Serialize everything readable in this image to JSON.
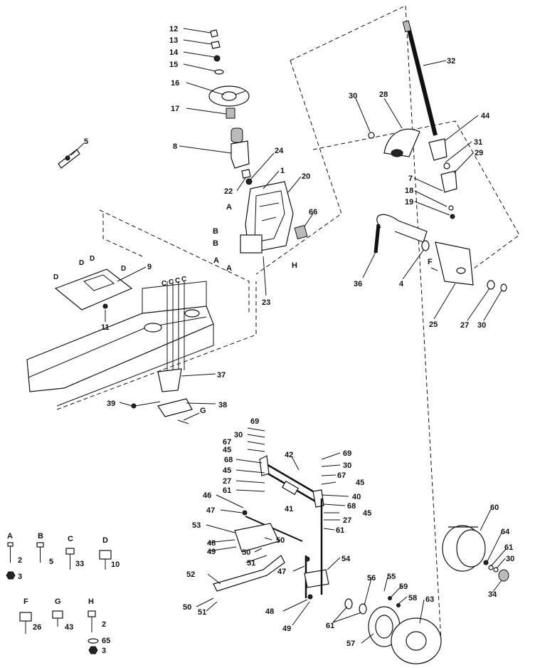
{
  "callouts": [
    {
      "id": "c12",
      "text": "12"
    },
    {
      "id": "c13",
      "text": "13"
    },
    {
      "id": "c14",
      "text": "14"
    },
    {
      "id": "c15",
      "text": "15"
    },
    {
      "id": "c16",
      "text": "16"
    },
    {
      "id": "c17",
      "text": "17"
    },
    {
      "id": "c8",
      "text": "8"
    },
    {
      "id": "c24",
      "text": "24"
    },
    {
      "id": "c22",
      "text": "22"
    },
    {
      "id": "c1",
      "text": "1"
    },
    {
      "id": "c20",
      "text": "20"
    },
    {
      "id": "c66",
      "text": "66"
    },
    {
      "id": "c5",
      "text": "5"
    },
    {
      "id": "c9",
      "text": "9"
    },
    {
      "id": "c11",
      "text": "11"
    },
    {
      "id": "c23",
      "text": "23"
    },
    {
      "id": "c32",
      "text": "32"
    },
    {
      "id": "c30a",
      "text": "30"
    },
    {
      "id": "c28",
      "text": "28"
    },
    {
      "id": "c44",
      "text": "44"
    },
    {
      "id": "c31",
      "text": "31"
    },
    {
      "id": "c29",
      "text": "29"
    },
    {
      "id": "c7",
      "text": "7"
    },
    {
      "id": "c18",
      "text": "18"
    },
    {
      "id": "c19",
      "text": "19"
    },
    {
      "id": "c36",
      "text": "36"
    },
    {
      "id": "c4",
      "text": "4"
    },
    {
      "id": "c25",
      "text": "25"
    },
    {
      "id": "c27a",
      "text": "27"
    },
    {
      "id": "c30b",
      "text": "30"
    },
    {
      "id": "c37",
      "text": "37"
    },
    {
      "id": "c39",
      "text": "39"
    },
    {
      "id": "c38",
      "text": "38"
    },
    {
      "id": "c69a",
      "text": "69"
    },
    {
      "id": "c30c",
      "text": "30"
    },
    {
      "id": "c67a",
      "text": "67"
    },
    {
      "id": "c45a",
      "text": "45"
    },
    {
      "id": "c68a",
      "text": "68"
    },
    {
      "id": "c45b",
      "text": "45"
    },
    {
      "id": "c27b",
      "text": "27"
    },
    {
      "id": "c61a",
      "text": "61"
    },
    {
      "id": "c42",
      "text": "42"
    },
    {
      "id": "c69b",
      "text": "69"
    },
    {
      "id": "c30d",
      "text": "30"
    },
    {
      "id": "c67b",
      "text": "67"
    },
    {
      "id": "c45c",
      "text": "45"
    },
    {
      "id": "c40",
      "text": "40"
    },
    {
      "id": "c68b",
      "text": "68"
    },
    {
      "id": "c41",
      "text": "41"
    },
    {
      "id": "c45d",
      "text": "45"
    },
    {
      "id": "c27c",
      "text": "27"
    },
    {
      "id": "c61b",
      "text": "61"
    },
    {
      "id": "c46",
      "text": "46"
    },
    {
      "id": "c47a",
      "text": "47"
    },
    {
      "id": "c53",
      "text": "53"
    },
    {
      "id": "c48a",
      "text": "48"
    },
    {
      "id": "c49a",
      "text": "49"
    },
    {
      "id": "c50a",
      "text": "50"
    },
    {
      "id": "c50b",
      "text": "50"
    },
    {
      "id": "c51a",
      "text": "51"
    },
    {
      "id": "c52",
      "text": "52"
    },
    {
      "id": "c50c",
      "text": "50"
    },
    {
      "id": "c51b",
      "text": "51"
    },
    {
      "id": "c47b",
      "text": "47"
    },
    {
      "id": "c54",
      "text": "54"
    },
    {
      "id": "c48b",
      "text": "48"
    },
    {
      "id": "c49b",
      "text": "49"
    },
    {
      "id": "c61c",
      "text": "61"
    },
    {
      "id": "c56",
      "text": "56"
    },
    {
      "id": "c55",
      "text": "55"
    },
    {
      "id": "c59",
      "text": "59"
    },
    {
      "id": "c58",
      "text": "58"
    },
    {
      "id": "c63",
      "text": "63"
    },
    {
      "id": "c57",
      "text": "57"
    },
    {
      "id": "c60",
      "text": "60"
    },
    {
      "id": "c64",
      "text": "64"
    },
    {
      "id": "c61d",
      "text": "61"
    },
    {
      "id": "c30e",
      "text": "30"
    },
    {
      "id": "c34",
      "text": "34"
    }
  ],
  "letters": [
    {
      "id": "lA1",
      "text": "A"
    },
    {
      "id": "lB1",
      "text": "B"
    },
    {
      "id": "lB2",
      "text": "B"
    },
    {
      "id": "lA2",
      "text": "A"
    },
    {
      "id": "lA3",
      "text": "A"
    },
    {
      "id": "lH1",
      "text": "H"
    },
    {
      "id": "lD1",
      "text": "D"
    },
    {
      "id": "lD2",
      "text": "D"
    },
    {
      "id": "lD3",
      "text": "D"
    },
    {
      "id": "lD4",
      "text": "D"
    },
    {
      "id": "lC1",
      "text": "C"
    },
    {
      "id": "lC2",
      "text": "C"
    },
    {
      "id": "lC3",
      "text": "C"
    },
    {
      "id": "lC4",
      "text": "C"
    },
    {
      "id": "lF1",
      "text": "F"
    },
    {
      "id": "lG1",
      "text": "G"
    }
  ],
  "legend": {
    "A": {
      "letter": "A",
      "qty1": "2",
      "qty2": "3"
    },
    "B": {
      "letter": "B",
      "qty": "5"
    },
    "C": {
      "letter": "C",
      "qty": "33"
    },
    "D": {
      "letter": "D",
      "qty": "10"
    },
    "F": {
      "letter": "F",
      "qty": "26"
    },
    "G": {
      "letter": "G",
      "qty": "43"
    },
    "H": {
      "letter": "H",
      "qty1": "2",
      "qty2": "65",
      "qty3": "3"
    }
  }
}
